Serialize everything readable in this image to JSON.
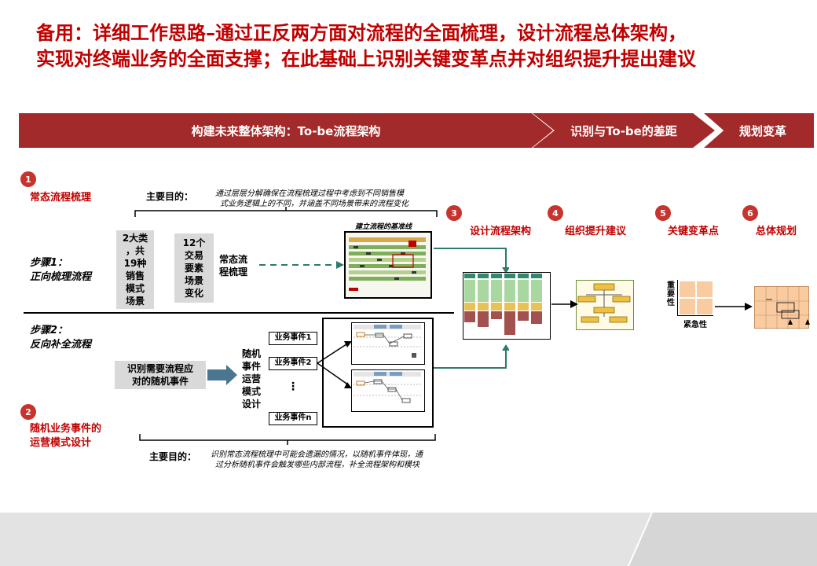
{
  "title": {
    "line1": "备用：详细工作思路–通过正反两方面对流程的全面梳理，设计流程总体架构，",
    "line2": "实现对终端业务的全面支撑；在此基础上识别关键变革点并对组织提升提出建议"
  },
  "banner": {
    "part1": "构建未来整体架构：To-be流程架构",
    "part2": "识别与To-be的差距",
    "part3": "规划变革"
  },
  "section1": {
    "number": "1",
    "label": "常态流程梳理",
    "purpose_label": "主要目的：",
    "purpose_line1": "通过层层分解确保在流程梳理过程中考虑到不同销售模",
    "purpose_line2": "式业务逻辑上的不同，并涵盖不同场景带来的流程变化",
    "step_line1": "步骤1：",
    "step_line2": "正向梳理流程",
    "box1_lines": [
      "2大类",
      "，共",
      "19种",
      "销售",
      "模式",
      "场景"
    ],
    "box2_lines": [
      "12个",
      "交易",
      "要素",
      "场景",
      "变化"
    ],
    "process_line1": "常态流",
    "process_line2": "程梳理",
    "baseline_label": "建立流程的基准线"
  },
  "section2": {
    "number": "2",
    "label_line1": "随机业务事件的",
    "label_line2": "运营模式设计",
    "step_line1": "步骤2：",
    "step_line2": "反向补全流程",
    "identify_line1": "识别需要流程应",
    "identify_line2": "对的随机事件",
    "vertical_lines": [
      "随机",
      "事件",
      "运营",
      "模式",
      "设计"
    ],
    "events": [
      "业务事件1",
      "业务事件2",
      "业务事件n"
    ],
    "ellipsis": "⋮",
    "purpose_label": "主要目的：",
    "purpose_line1": "识别常态流程梳理中可能会遗漏的情况，以随机事件体现，通",
    "purpose_line2": "过分析随机事件会触发哪些内部流程，补全流程架构和模块"
  },
  "stages": [
    {
      "number": "3",
      "label": "设计流程架构"
    },
    {
      "number": "4",
      "label": "组织提升建议"
    },
    {
      "number": "5",
      "label": "关键变革点"
    },
    {
      "number": "6",
      "label": "总体规划"
    }
  ],
  "matrix": {
    "y_label": "重要性",
    "x_label": "紧急性"
  },
  "colors": {
    "brand_red": "#a32a2a",
    "title_red": "#c00000",
    "teal": "#2e7a6b",
    "arrow_blue": "#3b6d8c"
  }
}
